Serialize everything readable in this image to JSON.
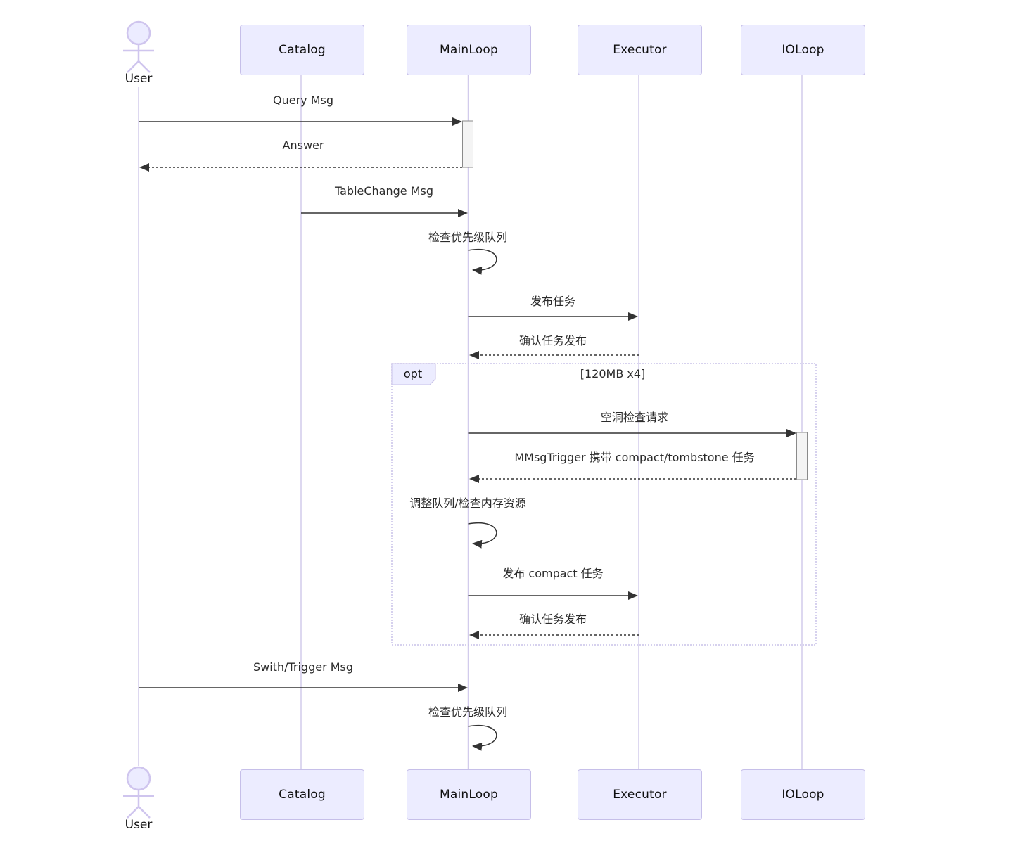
{
  "diagram_type": "sequence-diagram",
  "actors": [
    {
      "label": "User",
      "kind": "actor"
    },
    {
      "label": "Catalog",
      "kind": "participant"
    },
    {
      "label": "MainLoop",
      "kind": "participant"
    },
    {
      "label": "Executor",
      "kind": "participant"
    },
    {
      "label": "IOLoop",
      "kind": "participant"
    }
  ],
  "messages": [
    {
      "label": "Query Msg",
      "from": "User",
      "to": "MainLoop",
      "line": "solid"
    },
    {
      "label": "Answer",
      "from": "MainLoop",
      "to": "User",
      "line": "dashed"
    },
    {
      "label": "TableChange Msg",
      "from": "Catalog",
      "to": "MainLoop",
      "line": "solid"
    },
    {
      "label": "检查优先级队列",
      "from": "MainLoop",
      "to": "MainLoop",
      "line": "self"
    },
    {
      "label": "发布任务",
      "from": "MainLoop",
      "to": "Executor",
      "line": "solid"
    },
    {
      "label": "确认任务发布",
      "from": "Executor",
      "to": "MainLoop",
      "line": "dashed"
    },
    {
      "label": "空洞检查请求",
      "from": "MainLoop",
      "to": "IOLoop",
      "line": "solid"
    },
    {
      "label": "MMsgTrigger 携带 compact/tombstone 任务",
      "from": "IOLoop",
      "to": "MainLoop",
      "line": "dashed"
    },
    {
      "label": "调整队列/检查内存资源",
      "from": "MainLoop",
      "to": "MainLoop",
      "line": "self"
    },
    {
      "label": "发布 compact 任务",
      "from": "MainLoop",
      "to": "Executor",
      "line": "solid"
    },
    {
      "label": "确认任务发布",
      "from": "Executor",
      "to": "MainLoop",
      "line": "dashed"
    },
    {
      "label": "Swith/Trigger Msg",
      "from": "User",
      "to": "MainLoop",
      "line": "solid"
    },
    {
      "label": "检查优先级队列",
      "from": "MainLoop",
      "to": "MainLoop",
      "line": "self"
    }
  ],
  "opt_block": {
    "label": "opt",
    "guard": "[120MB x4]"
  },
  "colors": {
    "actor_fill": "#ECECFF",
    "actor_border": "#c6bfe9",
    "lifeline": "#d2cbec",
    "arrow": "#333333",
    "activation_fill": "#f4f4f4",
    "activation_border": "#8a8a8a",
    "frame_border": "#c9c2e8"
  }
}
